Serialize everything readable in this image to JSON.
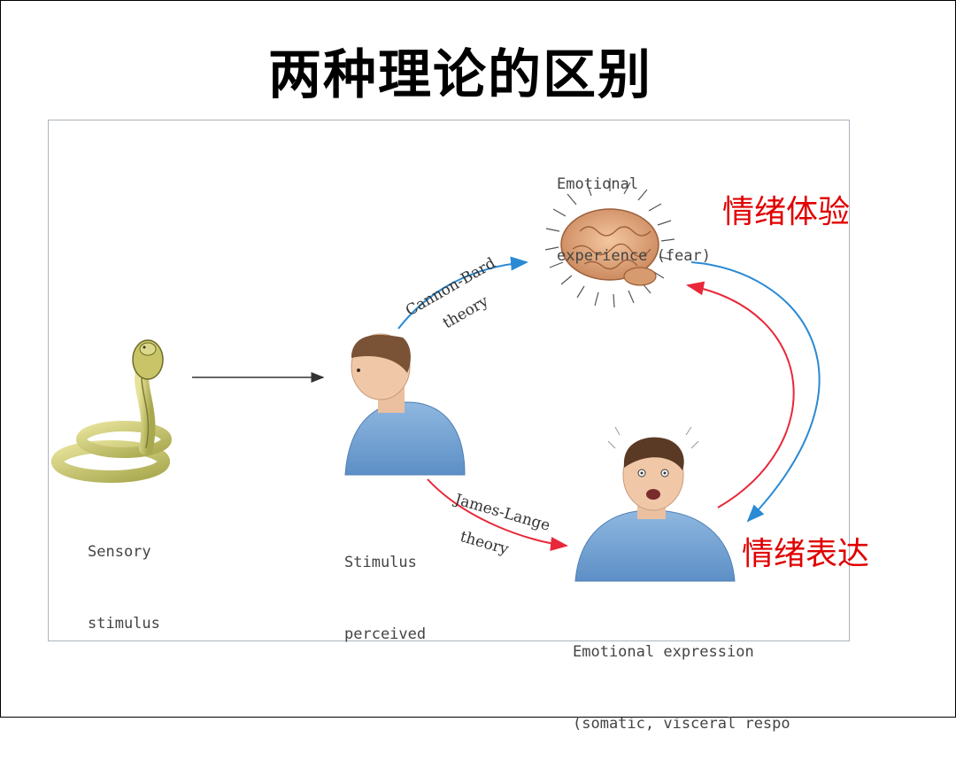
{
  "title": "两种理论的区别",
  "figure": {
    "labels": {
      "sensory_line1": "Sensory",
      "sensory_line2": "stimulus",
      "perceived_line1": "Stimulus",
      "perceived_line2": "perceived",
      "experience_line1": "Emotional",
      "experience_line2": "experience (fear)",
      "expression_line1": "Emotional expression",
      "expression_line2": "(somatic, visceral respo"
    },
    "theories": {
      "cannon_bard_1": "Cannon-Bard",
      "cannon_bard_2": "theory",
      "james_lange_1": "James-Lange",
      "james_lange_2": "theory"
    }
  },
  "annotations": {
    "experience_cn": "情绪体验",
    "expression_cn": "情绪表达"
  },
  "colors": {
    "cannon_bard_arrow": "#2a8ad4",
    "james_lange_arrow": "#e8283a",
    "annotation_text": "#e00000"
  }
}
